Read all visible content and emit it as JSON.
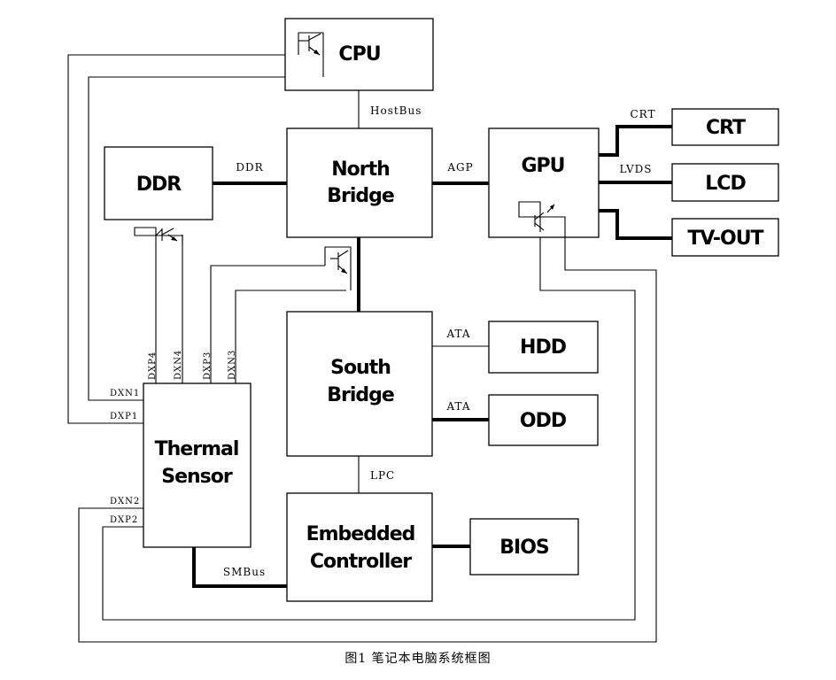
{
  "blocks": {
    "cpu": "CPU",
    "north_bridge": [
      "North",
      "Bridge"
    ],
    "gpu": "GPU",
    "ddr": "DDR",
    "crt": "CRT",
    "lcd": "LCD",
    "tv_out": "TV-OUT",
    "south_bridge": [
      "South",
      "Bridge"
    ],
    "hdd": "HDD",
    "odd": "ODD",
    "thermal_sensor": [
      "Thermal",
      "Sensor"
    ],
    "embedded_controller": [
      "Embedded",
      "Controller"
    ],
    "bios": "BIOS"
  },
  "buses": {
    "hostbus": "HostBus",
    "ddr": "DDR",
    "agp": "AGP",
    "crt": "CRT",
    "lvds": "LVDS",
    "ata_hdd": "ATA",
    "ata_odd": "ATA",
    "lpc": "LPC",
    "smbus": "SMBus"
  },
  "pins": {
    "dxn1": "DXN1",
    "dxp1": "DXP1",
    "dxn2": "DXN2",
    "dxp2": "DXP2",
    "dxp4": "DXP4",
    "dxn4": "DXN4",
    "dxp3": "DXP3",
    "dxn3": "DXN3"
  },
  "caption": "图1  笔记本电脑系统框图"
}
